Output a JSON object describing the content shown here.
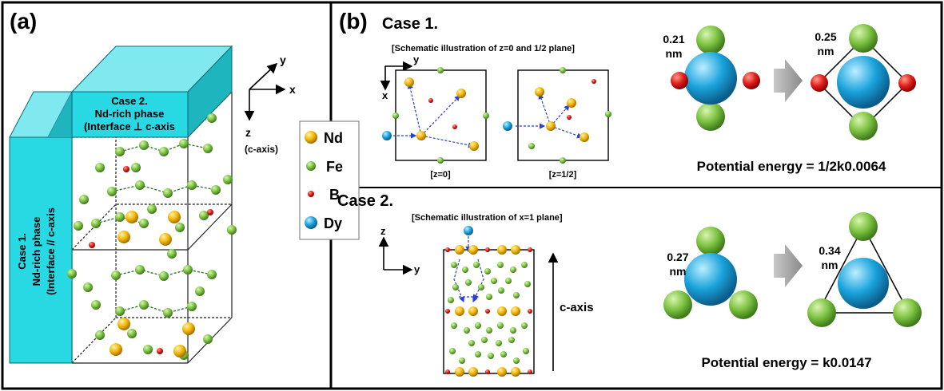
{
  "panel_a": {
    "label": "(a)",
    "case2": {
      "l1": "Case 2.",
      "l2": "Nd-rich phase",
      "l3": "(Interface ⊥ c-axis"
    },
    "case1": {
      "l1": "Case 1.",
      "l2": "Nd-rich phase",
      "l3": "(Interface // c-axis"
    },
    "axes": {
      "y": "y",
      "x": "x",
      "z": "z",
      "c": "(c-axis)"
    }
  },
  "legend": [
    {
      "label": "Nd",
      "color": "#f2b705",
      "icon": "nd-atom-icon"
    },
    {
      "label": "Fe",
      "color": "#7cc242",
      "icon": "fe-atom-icon"
    },
    {
      "label": "B",
      "color": "#e0201b",
      "icon": "b-atom-icon"
    },
    {
      "label": "Dy",
      "color": "#1aa3dc",
      "icon": "dy-atom-icon"
    }
  ],
  "panel_b": {
    "label": "(b)",
    "case1": {
      "title": "Case 1.",
      "schematic": "[Schematic illustration of z=0 and 1/2 plane]",
      "axis_y": "y",
      "axis_x": "x",
      "sub1": "[z=0]",
      "sub2": "[z=1/2]",
      "d1_value": "0.21",
      "d1_unit": "nm",
      "d2_value": "0.25",
      "d2_unit": "nm",
      "energy": "Potential energy = 1/2k0.0064"
    },
    "case2": {
      "title": "Case 2.",
      "schematic": "[Schematic illustration of x=1 plane]",
      "axis_z": "z",
      "axis_y": "y",
      "caxis": "c-axis",
      "d1_value": "0.27",
      "d1_unit": "nm",
      "d2_value": "0.34",
      "d2_unit": "nm",
      "energy": "Potential energy = k0.0147"
    }
  }
}
